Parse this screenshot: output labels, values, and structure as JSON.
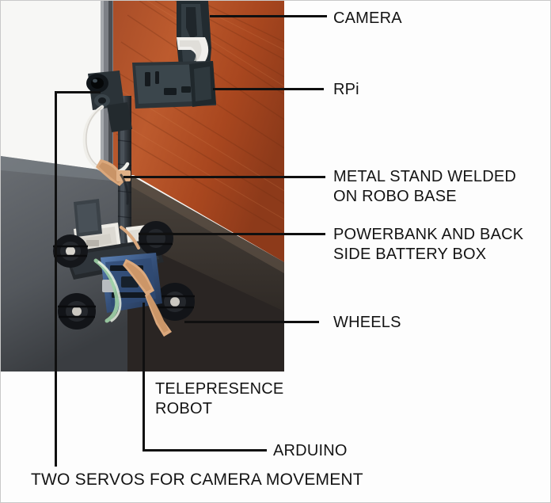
{
  "figure": {
    "type": "annotated-photograph",
    "subject": "telepresence-robot",
    "border_color": "#c9c9c9",
    "background_color": "#fdfdfd",
    "leader_line_color": "#101010",
    "label_text_color": "#141414"
  },
  "photo": {
    "alt_name": "telepresence-robot-photo",
    "colors": {
      "wall": "#f4f4f2",
      "wood_door": "#b4552c",
      "wood_door_dark": "#8c3d1f",
      "door_frame": "#6a6a6e",
      "floor_gray": "#5d6166",
      "floor_dark": "#2f2f31",
      "robot_body": "#2b2f33",
      "arduino_blue": "#3f5f8a",
      "servo_orange": "#d9a277",
      "powerbank_white": "#e8e6e0",
      "wheel_black": "#1c1c1e"
    }
  },
  "annotations": [
    {
      "id": "camera",
      "label": "CAMERA"
    },
    {
      "id": "rpi",
      "label": "RPi"
    },
    {
      "id": "metal-stand",
      "label": "METAL STAND WELDED\nON ROBO BASE"
    },
    {
      "id": "powerbank",
      "label": "POWERBANK AND BACK\nSIDE BATTERY BOX"
    },
    {
      "id": "wheels",
      "label": "WHEELS"
    },
    {
      "id": "telepresence",
      "label": "TELEPRESENCE\nROBOT"
    },
    {
      "id": "arduino",
      "label": "ARDUINO"
    },
    {
      "id": "servos",
      "label": "TWO SERVOS FOR CAMERA MOVEMENT"
    }
  ]
}
